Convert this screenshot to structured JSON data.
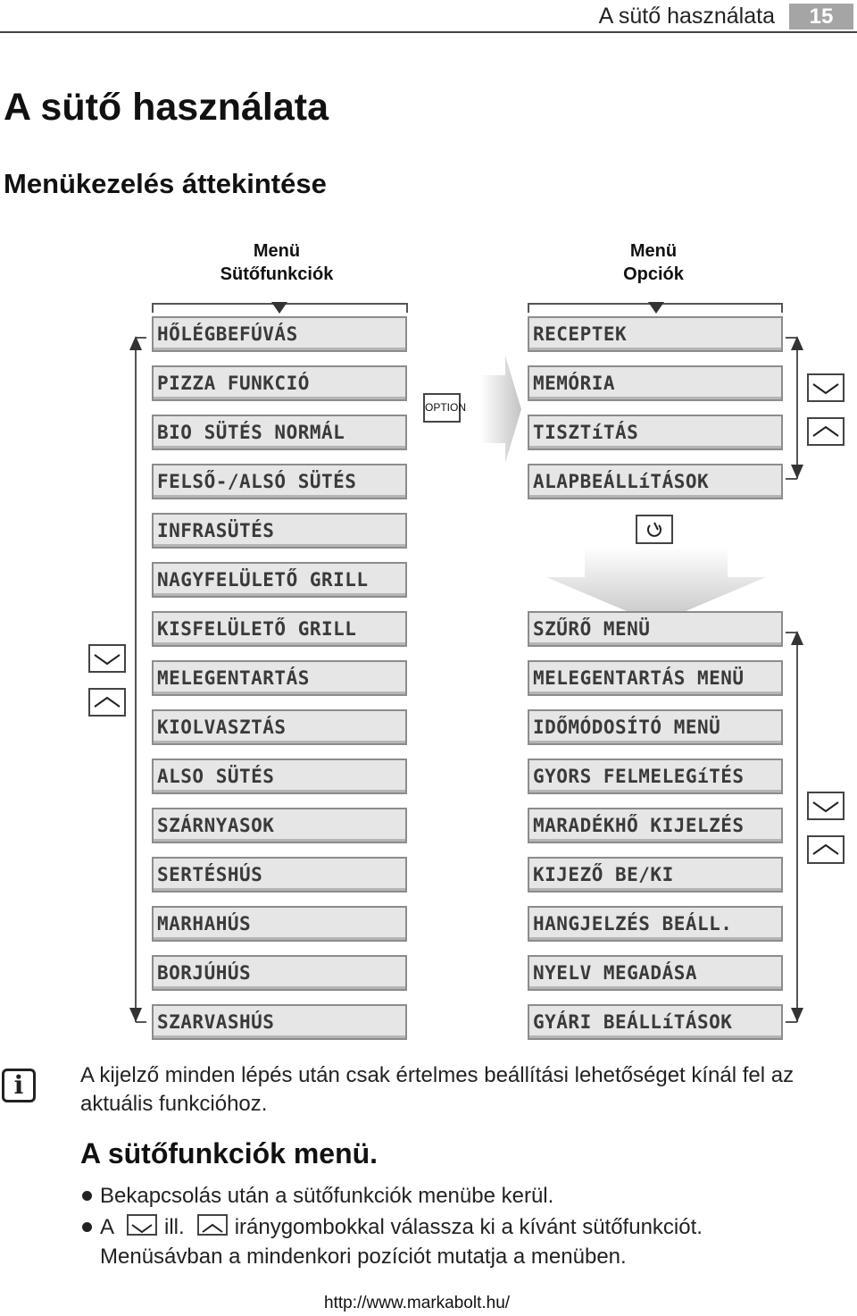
{
  "header": {
    "running_title": "A sütő használata",
    "page_number": "15"
  },
  "title": "A sütő használata",
  "subtitle": "Menükezelés áttekintése",
  "diagram": {
    "left_column": {
      "heading_line1": "Menü",
      "heading_line2": "Sütőfunkciók",
      "items": [
        "HŐLÉGBEFÚVÁS",
        "PIZZA FUNKCIÓ",
        "BIO SÜTÉS NORMÁL",
        "FELSŐ-/ALSÓ SÜTÉS",
        "INFRASÜTÉS",
        "NAGYFELÜLETŐ GRILL",
        "KISFELÜLETŐ GRILL",
        "MELEGENTARTÁS",
        "KIOLVASZTÁS",
        "ALSO SÜTÉS",
        "SZÁRNYASOK",
        "SERTÉSHÚS",
        "MARHAHÚS",
        "BORJÚHÚS",
        "SZARVASHÚS"
      ]
    },
    "right_column": {
      "heading_line1": "Menü",
      "heading_line2": "Opciók",
      "top_items": [
        "RECEPTEK",
        "MEMÓRIA",
        "TISZTíTÁS",
        "ALAPBEÁLLíTÁSOK"
      ],
      "bottom_items": [
        "SZŰRŐ MENÜ",
        "MELEGENTARTÁS MENÜ",
        "IDŐMÓDOSÍTÓ MENÜ",
        "GYORS FELMELEGíTÉS",
        "MARADÉKHŐ KIJELZÉS",
        "KIJEZŐ BE/KI",
        "HANGJELZÉS BEÁLL.",
        "NYELV MEGADÁSA",
        "GYÁRI BEÁLLíTÁSOK"
      ]
    },
    "option_button_label": "OPTION",
    "icons": {
      "down": "chevron-down-icon",
      "up": "chevron-up-icon",
      "select": "select-knob-icon",
      "info": "info-icon"
    }
  },
  "note": "A kijelző minden lépés után csak értelmes beállítási lehetőséget kínál fel az aktuális funkcióhoz.",
  "section_title": "A sütőfunkciók menü.",
  "bullets": {
    "b1": "Bekapcsolás után a sütőfunkciók menübe kerül.",
    "b2_a": "A",
    "b2_b": "ill.",
    "b2_c": "iránygombokkal válassza ki a kívánt sütőfunkciót.",
    "b2_line2": "Menüsávban a mindenkori pozíciót mutatja a menüben."
  },
  "footer_url": "http://www.markabolt.hu/"
}
